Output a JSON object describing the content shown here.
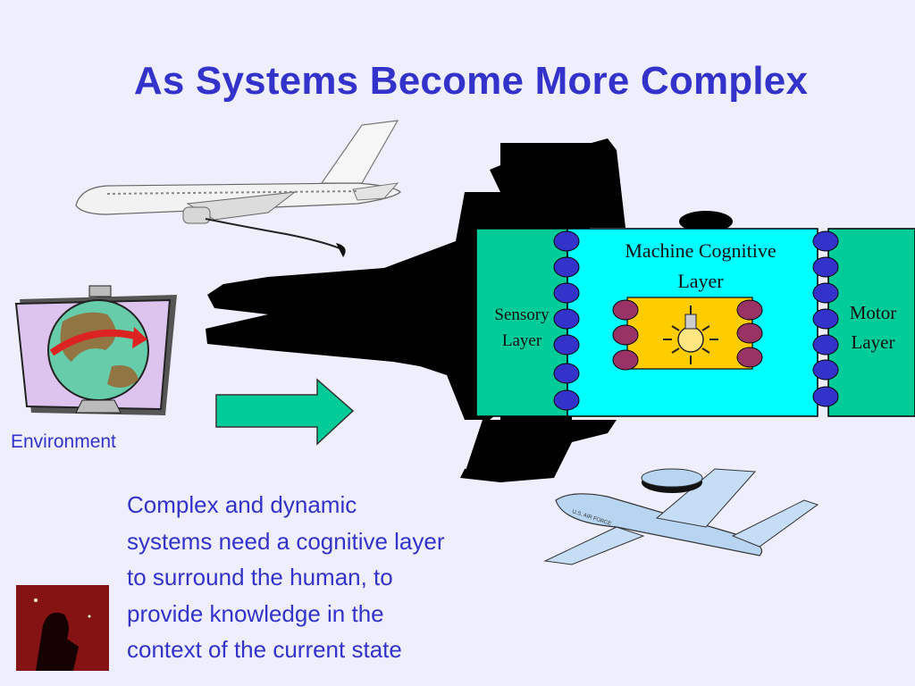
{
  "slide": {
    "title": "As Systems Become More Complex",
    "environment_label": "Environment",
    "body_lines": [
      "Complex and dynamic",
      "systems need a cognitive layer",
      "to surround the human, to",
      "provide knowledge in the",
      "context of the current state"
    ]
  },
  "diagram": {
    "sensory_layer_lines": [
      "Sensory",
      "Layer"
    ],
    "machine_cognitive_layer_lines": [
      "Machine Cognitive",
      "Layer"
    ],
    "motor_layer_lines": [
      "Motor",
      "Layer"
    ]
  },
  "colors": {
    "title": "#3333cc",
    "background": "#eeeefc",
    "sensory_layer": "#00cc99",
    "machine_cognitive_layer": "#00ffff",
    "motor_layer": "#00cc99",
    "connectors": "#3333cc",
    "knowledge_nodes": "#993366",
    "knowledge_core": "#ffcc00",
    "arrow": "#00cc99"
  },
  "icons": {
    "airliner": "airliner-icon",
    "fighter_jet": "fighter-jet-silhouette",
    "globe": "globe-environment-icon",
    "lightbulb": "lightbulb-icon",
    "awacs": "awacs-plane-icon",
    "nebula": "horsehead-nebula-photo"
  }
}
